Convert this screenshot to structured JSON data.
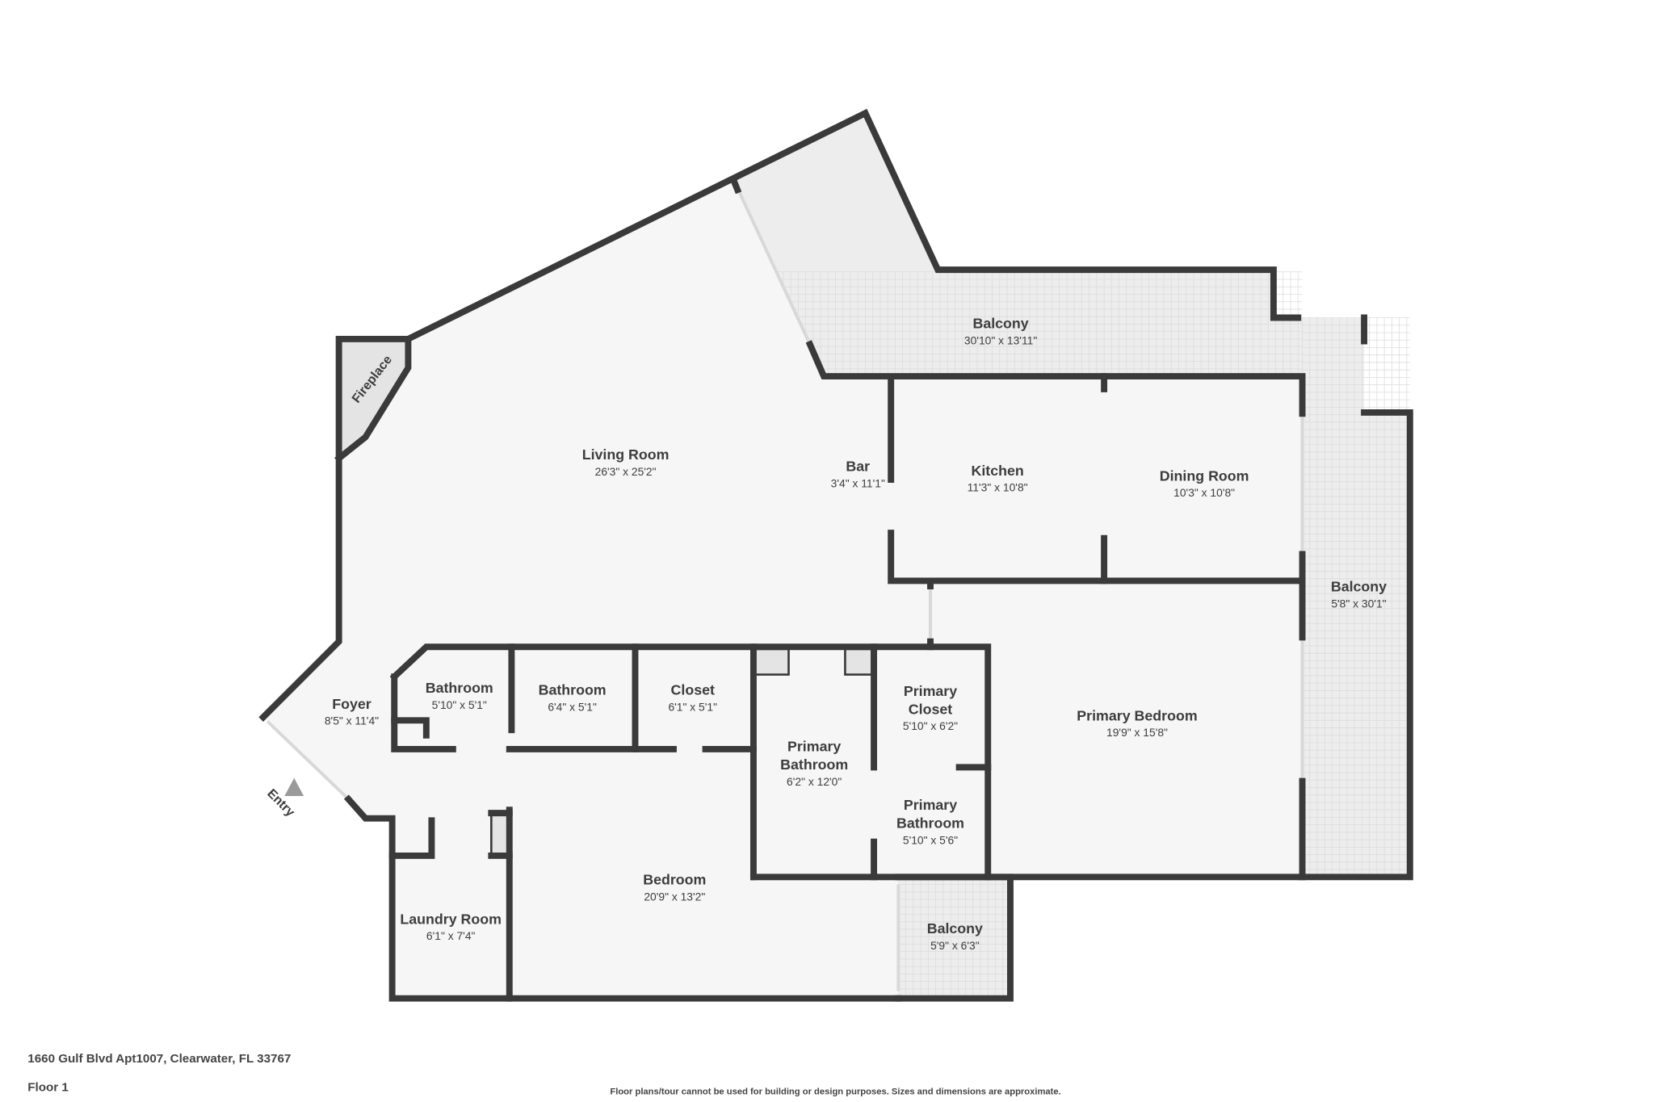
{
  "plan": {
    "rooms": {
      "living": {
        "name": "Living Room",
        "dims": "26'3\" x 25'2\""
      },
      "bar": {
        "name": "Bar",
        "dims": "3'4\" x 11'1\""
      },
      "kitchen": {
        "name": "Kitchen",
        "dims": "11'3\" x 10'8\""
      },
      "dining": {
        "name": "Dining Room",
        "dims": "10'3\" x 10'8\""
      },
      "balcony_top": {
        "name": "Balcony",
        "dims": "30'10\" x 13'11\""
      },
      "balcony_right": {
        "name": "Balcony",
        "dims": "5'8\" x 30'1\""
      },
      "balcony_small": {
        "name": "Balcony",
        "dims": "5'9\" x 6'3\""
      },
      "foyer": {
        "name": "Foyer",
        "dims": "8'5\" x 11'4\""
      },
      "bathroom1": {
        "name": "Bathroom",
        "dims": "5'10\" x 5'1\""
      },
      "bathroom2": {
        "name": "Bathroom",
        "dims": "6'4\" x 5'1\""
      },
      "closet": {
        "name": "Closet",
        "dims": "6'1\" x 5'1\""
      },
      "primary_bathroom": {
        "name1": "Primary",
        "name2": "Bathroom",
        "dims": "6'2\" x 12'0\""
      },
      "primary_closet": {
        "name1": "Primary",
        "name2": "Closet",
        "dims": "5'10\" x 6'2\""
      },
      "primary_bathroom2": {
        "name1": "Primary",
        "name2": "Bathroom",
        "dims": "5'10\" x 5'6\""
      },
      "primary_bedroom": {
        "name": "Primary Bedroom",
        "dims": "19'9\" x 15'8\""
      },
      "bedroom": {
        "name": "Bedroom",
        "dims": "20'9\" x 13'2\""
      },
      "laundry": {
        "name": "Laundry Room",
        "dims": "6'1\" x 7'4\""
      }
    },
    "fireplace_label": "Fireplace",
    "entry_label": "Entry"
  },
  "footer": {
    "address": "1660 Gulf Blvd Apt1007, Clearwater, FL 33767",
    "floor": "Floor 1",
    "disclaimer": "Floor plans/tour cannot be used for building or design purposes. Sizes and dimensions are approximate."
  },
  "colors": {
    "wall": "#3a3a3a",
    "floor": "#f6f6f6",
    "balcony": "#ededed"
  }
}
